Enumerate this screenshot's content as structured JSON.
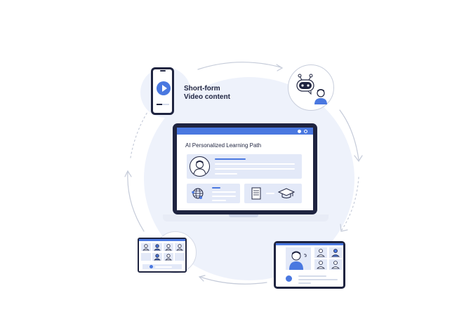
{
  "phone": {
    "label_line1": "Short-form",
    "label_line2": "Video content",
    "icon": "play-icon"
  },
  "bot_bubble": {
    "icons": [
      "robot-icon",
      "person-icon",
      "chat-bubble-icon"
    ]
  },
  "laptop": {
    "title": "AI Personalized Learning Path",
    "window_dots": 2,
    "cards": [
      {
        "icon": "user-avatar-icon"
      },
      {
        "icon": "globe-icon"
      },
      {
        "icon": "book-icon",
        "icon2": "arrow-right-icon",
        "icon3": "graduation-cap-icon"
      }
    ]
  },
  "video_grid": {
    "icons": [
      "person-icon"
    ]
  },
  "tablet": {
    "icons": [
      "person-icon",
      "play-icon"
    ]
  },
  "colors": {
    "accent": "#4a78e0",
    "dark": "#1f2440",
    "light_bg": "#eef2fb",
    "card": "#e3e9f8"
  }
}
